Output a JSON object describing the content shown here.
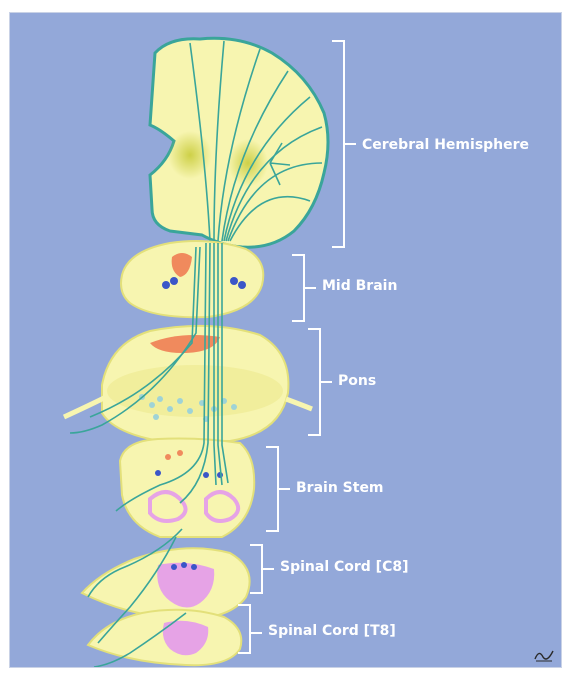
{
  "labels": {
    "cerebral": "Cerebral Hemisphere",
    "midbrain": "Mid Brain",
    "pons": "Pons",
    "brainstem": "Brain Stem",
    "c8": "Spinal Cord [C8]",
    "t8": "Spinal Cord [T8]"
  },
  "colors": {
    "background": "#93a8d9",
    "tissue": "#f7f5b0",
    "tissue_dark": "#e3e07a",
    "fiber": "#3aa59a",
    "nucleus": "#3b56c8",
    "red_nucleus": "#f08a5d",
    "pink": "#e6a3e6",
    "bracket": "#ffffff"
  },
  "icons": {
    "corner_logo": "signature-logo-icon"
  }
}
